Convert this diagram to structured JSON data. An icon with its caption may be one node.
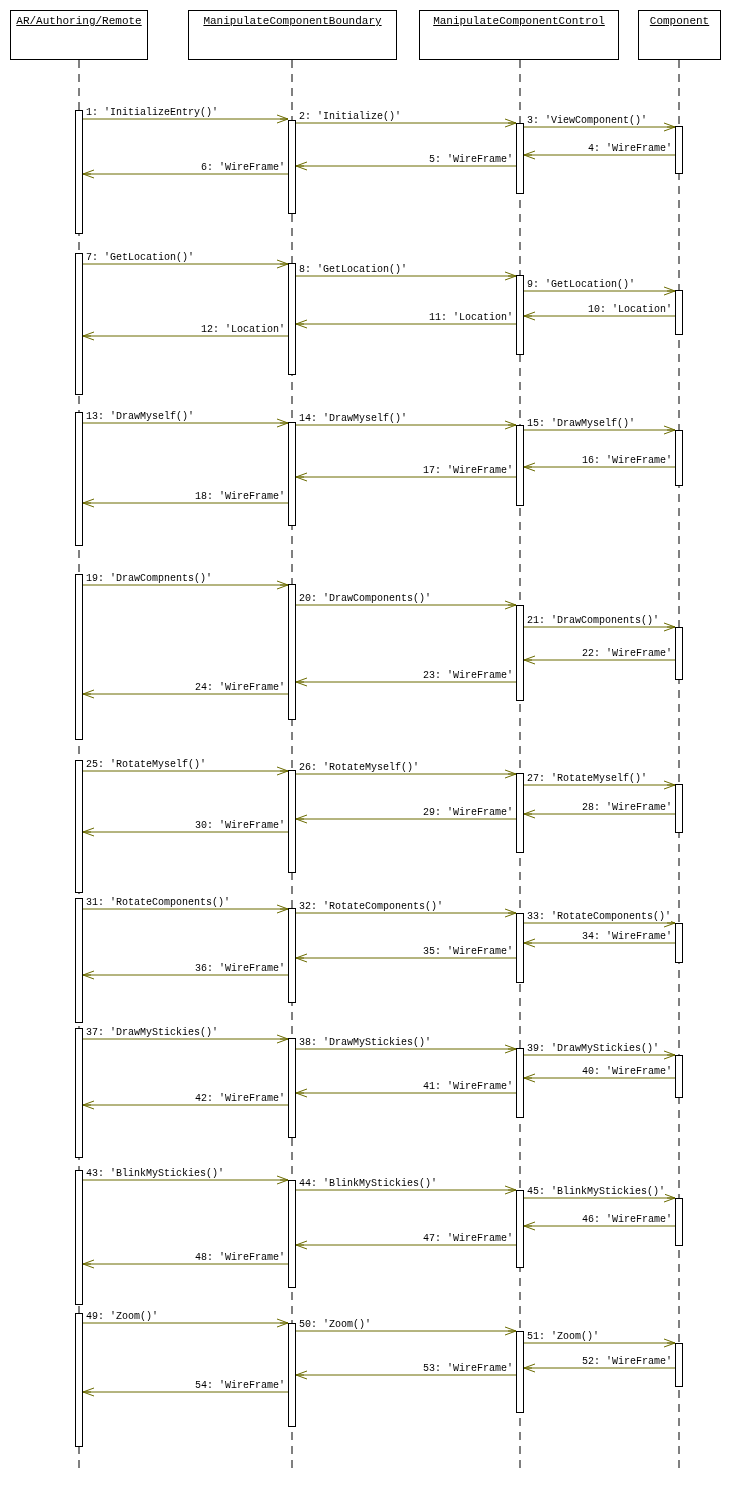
{
  "diagram": {
    "nodes": [
      {
        "text": [
          "AR/Authoring/Remote"
        ]
      },
      {
        "text": [
          "ManipulateComponentBoundary"
        ]
      },
      {
        "text": [
          "ManipulateComponentControl"
        ]
      },
      {
        "text": [
          "Component"
        ]
      },
      {
        "text": [],
        "shape": "bar"
      },
      {
        "text": [],
        "shape": "bar"
      },
      {
        "text": [],
        "shape": "bar"
      },
      {
        "text": [],
        "shape": "bar"
      },
      {
        "text": [],
        "shape": "bar"
      },
      {
        "text": [],
        "shape": "bar"
      },
      {
        "text": [],
        "shape": "bar"
      },
      {
        "text": [],
        "shape": "bar"
      },
      {
        "text": [],
        "shape": "bar"
      },
      {
        "text": [],
        "shape": "bar"
      },
      {
        "text": [],
        "shape": "bar"
      },
      {
        "text": [],
        "shape": "bar"
      },
      {
        "text": [],
        "shape": "bar"
      },
      {
        "text": [],
        "shape": "bar"
      },
      {
        "text": [],
        "shape": "bar"
      },
      {
        "text": [],
        "shape": "bar"
      },
      {
        "text": [],
        "shape": "bar"
      },
      {
        "text": [],
        "shape": "bar"
      },
      {
        "text": [],
        "shape": "bar"
      },
      {
        "text": [],
        "shape": "bar"
      },
      {
        "text": [],
        "shape": "bar"
      },
      {
        "text": [],
        "shape": "bar"
      },
      {
        "text": [],
        "shape": "bar"
      },
      {
        "text": [],
        "shape": "bar"
      },
      {
        "text": [],
        "shape": "bar"
      },
      {
        "text": [],
        "shape": "bar"
      },
      {
        "text": [],
        "shape": "bar"
      },
      {
        "text": [],
        "shape": "bar"
      },
      {
        "text": [],
        "shape": "bar"
      },
      {
        "text": [],
        "shape": "bar"
      },
      {
        "text": [],
        "shape": "bar"
      },
      {
        "text": [],
        "shape": "bar"
      },
      {
        "text": [],
        "shape": "bar"
      },
      {
        "text": [],
        "shape": "bar"
      },
      {
        "text": [],
        "shape": "bar"
      },
      {
        "text": [],
        "shape": "bar"
      }
    ],
    "edges": [
      {
        "from": 4,
        "to": 5,
        "arrow": "to",
        "label": "1: 'InitializeEntry()'"
      },
      {
        "from": 5,
        "to": 6,
        "arrow": "to",
        "label": "2: 'Initialize()'"
      },
      {
        "from": 6,
        "to": 7,
        "arrow": "to",
        "label": "3: 'ViewComponent()'"
      },
      {
        "from": 7,
        "to": 6,
        "arrow": "to",
        "label": "4: 'WireFrame'"
      },
      {
        "from": 6,
        "to": 5,
        "arrow": "to",
        "label": "5: 'WireFrame'"
      },
      {
        "from": 5,
        "to": 4,
        "arrow": "to",
        "label": "6: 'WireFrame'"
      },
      {
        "from": 8,
        "to": 9,
        "arrow": "to",
        "label": "7: 'GetLocation()'"
      },
      {
        "from": 9,
        "to": 10,
        "arrow": "to",
        "label": "8: 'GetLocation()'"
      },
      {
        "from": 10,
        "to": 11,
        "arrow": "to",
        "label": "9: 'GetLocation()'"
      },
      {
        "from": 11,
        "to": 10,
        "arrow": "to",
        "label": "10: 'Location'"
      },
      {
        "from": 10,
        "to": 9,
        "arrow": "to",
        "label": "11: 'Location'"
      },
      {
        "from": 9,
        "to": 8,
        "arrow": "to",
        "label": "12: 'Location'"
      },
      {
        "from": 12,
        "to": 13,
        "arrow": "to",
        "label": "13: 'DrawMyself()'"
      },
      {
        "from": 13,
        "to": 14,
        "arrow": "to",
        "label": "14: 'DrawMyself()'"
      },
      {
        "from": 14,
        "to": 15,
        "arrow": "to",
        "label": "15: 'DrawMyself()'"
      },
      {
        "from": 15,
        "to": 14,
        "arrow": "to",
        "label": "16: 'WireFrame'"
      },
      {
        "from": 14,
        "to": 13,
        "arrow": "to",
        "label": "17: 'WireFrame'"
      },
      {
        "from": 13,
        "to": 12,
        "arrow": "to",
        "label": "18: 'WireFrame'"
      },
      {
        "from": 16,
        "to": 17,
        "arrow": "to",
        "label": "19: 'DrawCompnents()'"
      },
      {
        "from": 17,
        "to": 18,
        "arrow": "to",
        "label": "20: 'DrawComponents()'"
      },
      {
        "from": 18,
        "to": 19,
        "arrow": "to",
        "label": "21: 'DrawComponents()'"
      },
      {
        "from": 19,
        "to": 18,
        "arrow": "to",
        "label": "22: 'WireFrame'"
      },
      {
        "from": 18,
        "to": 17,
        "arrow": "to",
        "label": "23: 'WireFrame'"
      },
      {
        "from": 17,
        "to": 16,
        "arrow": "to",
        "label": "24: 'WireFrame'"
      },
      {
        "from": 20,
        "to": 21,
        "arrow": "to",
        "label": "25: 'RotateMyself()'"
      },
      {
        "from": 21,
        "to": 22,
        "arrow": "to",
        "label": "26: 'RotateMyself()'"
      },
      {
        "from": 22,
        "to": 23,
        "arrow": "to",
        "label": "27: 'RotateMyself()'"
      },
      {
        "from": 23,
        "to": 22,
        "arrow": "to",
        "label": "28: 'WireFrame'"
      },
      {
        "from": 22,
        "to": 21,
        "arrow": "to",
        "label": "29: 'WireFrame'"
      },
      {
        "from": 21,
        "to": 20,
        "arrow": "to",
        "label": "30: 'WireFrame'"
      },
      {
        "from": 24,
        "to": 25,
        "arrow": "to",
        "label": "31: 'RotateComponents()'"
      },
      {
        "from": 25,
        "to": 26,
        "arrow": "to",
        "label": "32: 'RotateComponents()'"
      },
      {
        "from": 26,
        "to": 27,
        "arrow": "to",
        "label": "33: 'RotateComponents()'"
      },
      {
        "from": 27,
        "to": 26,
        "arrow": "to",
        "label": "34: 'WireFrame'"
      },
      {
        "from": 26,
        "to": 25,
        "arrow": "to",
        "label": "35: 'WireFrame'"
      },
      {
        "from": 25,
        "to": 24,
        "arrow": "to",
        "label": "36: 'WireFrame'"
      },
      {
        "from": 28,
        "to": 29,
        "arrow": "to",
        "label": "37: 'DrawMyStickies()'"
      },
      {
        "from": 29,
        "to": 30,
        "arrow": "to",
        "label": "38: 'DrawMyStickies()'"
      },
      {
        "from": 30,
        "to": 31,
        "arrow": "to",
        "label": "39: 'DrawMyStickies()'"
      },
      {
        "from": 31,
        "to": 30,
        "arrow": "to",
        "label": "40: 'WireFrame'"
      },
      {
        "from": 30,
        "to": 29,
        "arrow": "to",
        "label": "41: 'WireFrame'"
      },
      {
        "from": 29,
        "to": 28,
        "arrow": "to",
        "label": "42: 'WireFrame'"
      },
      {
        "from": 32,
        "to": 33,
        "arrow": "to",
        "label": "43: 'BlinkMyStickies()'"
      },
      {
        "from": 33,
        "to": 34,
        "arrow": "to",
        "label": "44: 'BlinkMyStickies()'"
      },
      {
        "from": 34,
        "to": 35,
        "arrow": "to",
        "label": "45: 'BlinkMyStickies()'"
      },
      {
        "from": 35,
        "to": 34,
        "arrow": "to",
        "label": "46: 'WireFrame'"
      },
      {
        "from": 34,
        "to": 33,
        "arrow": "to",
        "label": "47: 'WireFrame'"
      },
      {
        "from": 33,
        "to": 32,
        "arrow": "to",
        "label": "48: 'WireFrame'"
      },
      {
        "from": 36,
        "to": 37,
        "arrow": "to",
        "label": "49: 'Zoom()'"
      },
      {
        "from": 37,
        "to": 38,
        "arrow": "to",
        "label": "50: 'Zoom()'"
      },
      {
        "from": 38,
        "to": 39,
        "arrow": "to",
        "label": "51: 'Zoom()'"
      },
      {
        "from": 39,
        "to": 38,
        "arrow": "to",
        "label": "52: 'WireFrame'"
      },
      {
        "from": 38,
        "to": 37,
        "arrow": "to",
        "label": "53: 'WireFrame'"
      },
      {
        "from": 37,
        "to": 36,
        "arrow": "to",
        "label": "54: 'WireFrame'"
      }
    ]
  }
}
